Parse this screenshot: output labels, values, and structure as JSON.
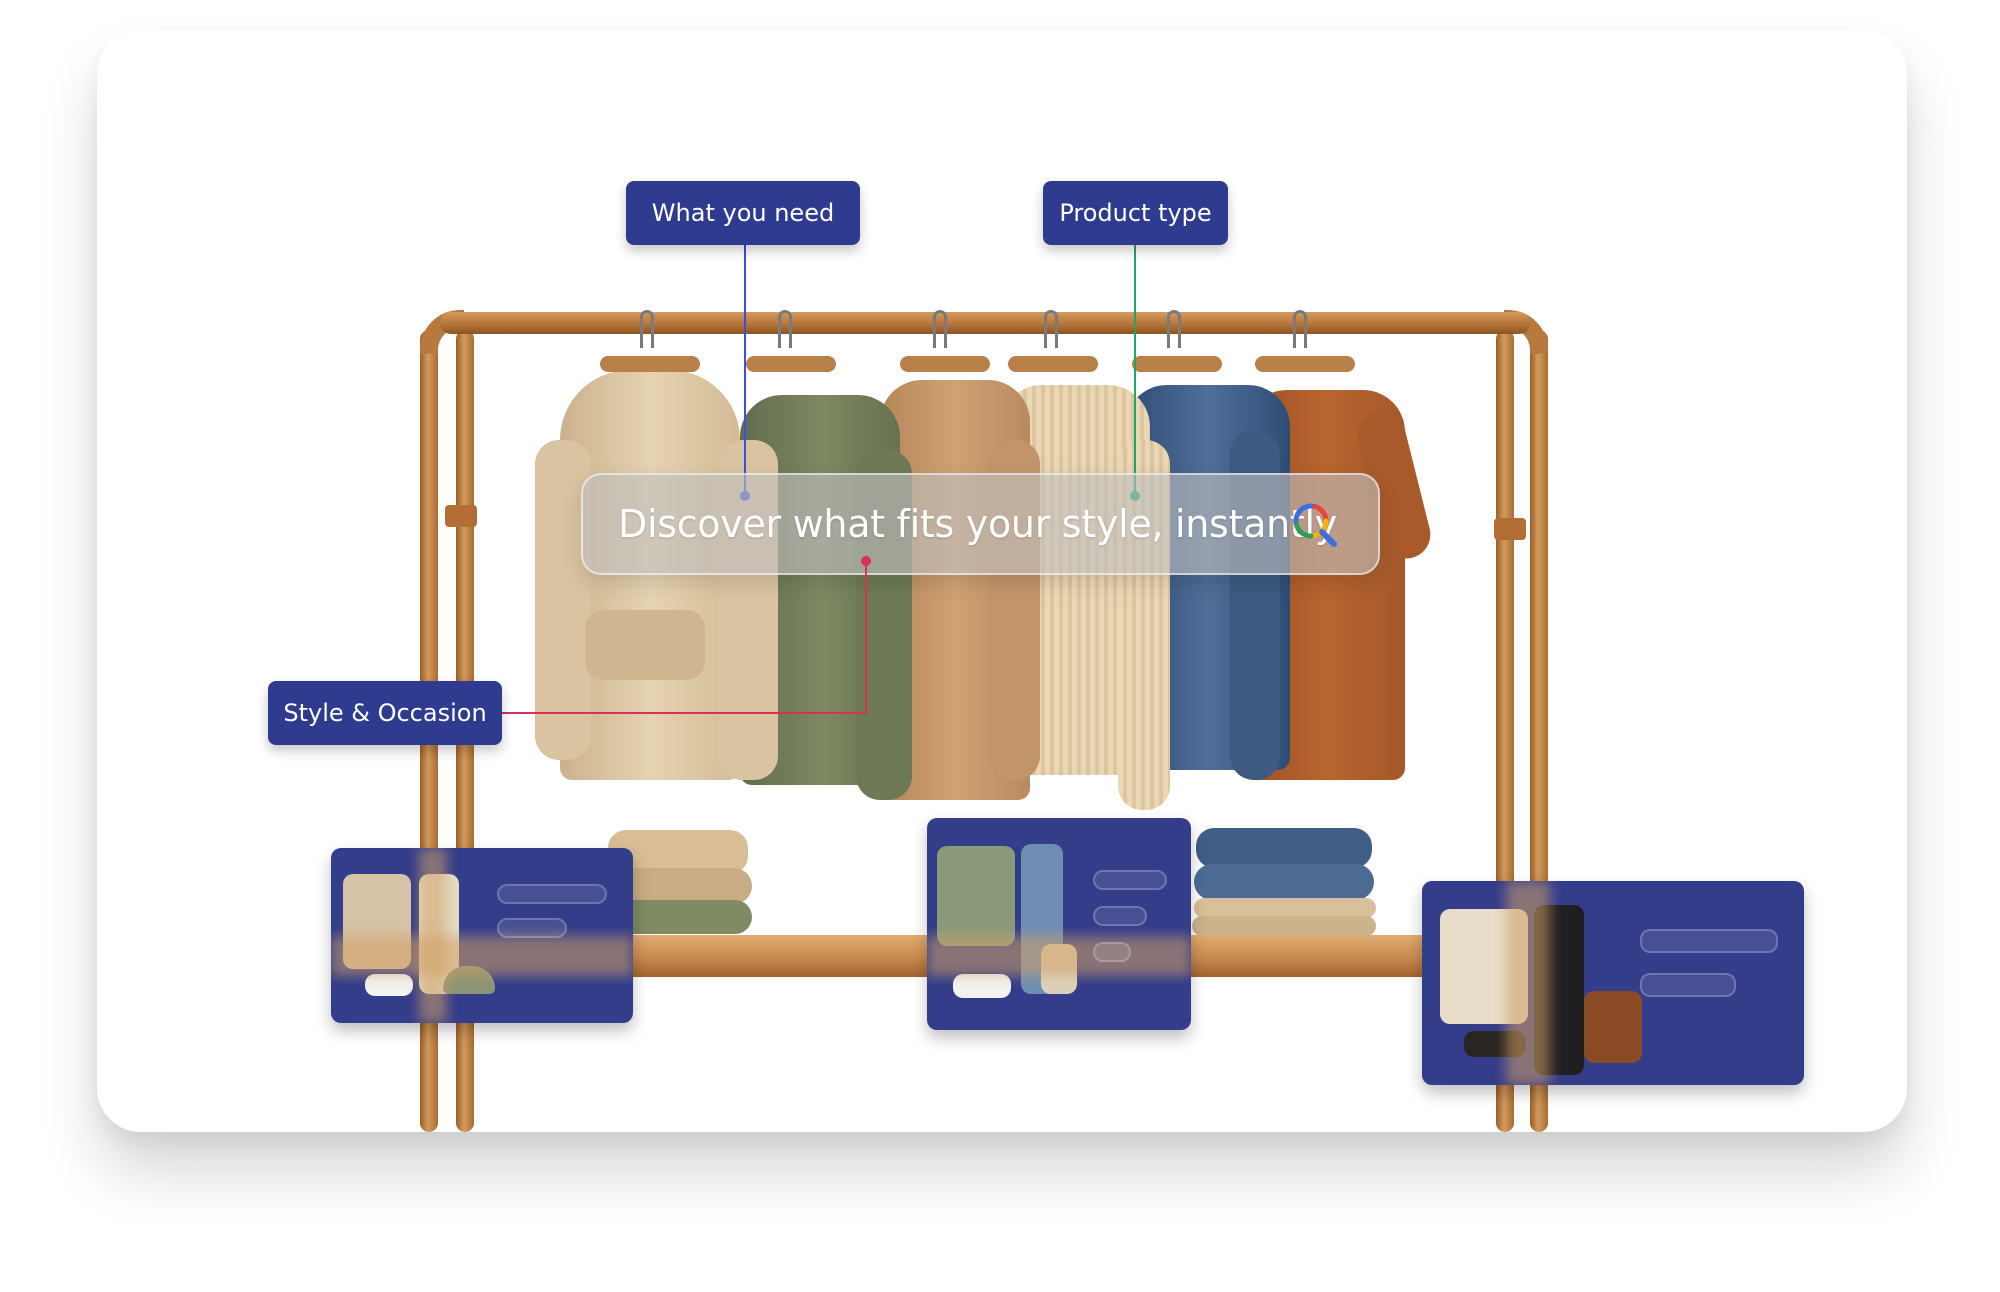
{
  "search": {
    "query": "Discover what fits your style, instantly",
    "icon": "search-icon",
    "icon_colors": [
      "#e9453a",
      "#f5b400",
      "#2f9e5a",
      "#3b6fe0"
    ]
  },
  "callouts": {
    "need": {
      "label": "What you need",
      "line_color": "#3a4fe0"
    },
    "product_type": {
      "label": "Product type",
      "line_color": "#1fa66a"
    },
    "style_occasion": {
      "label": "Style & Occasion",
      "line_color": "#d9305a"
    }
  },
  "outfit_cards": [
    {
      "name": "outfit-card-summer",
      "pills": 2
    },
    {
      "name": "outfit-card-casual",
      "pills": 3
    },
    {
      "name": "outfit-card-smart",
      "pills": 2
    }
  ],
  "colors": {
    "card_background": "#ffffff",
    "tag_background": "#2f3b8f",
    "outfit_card_background": "#333d8a"
  }
}
